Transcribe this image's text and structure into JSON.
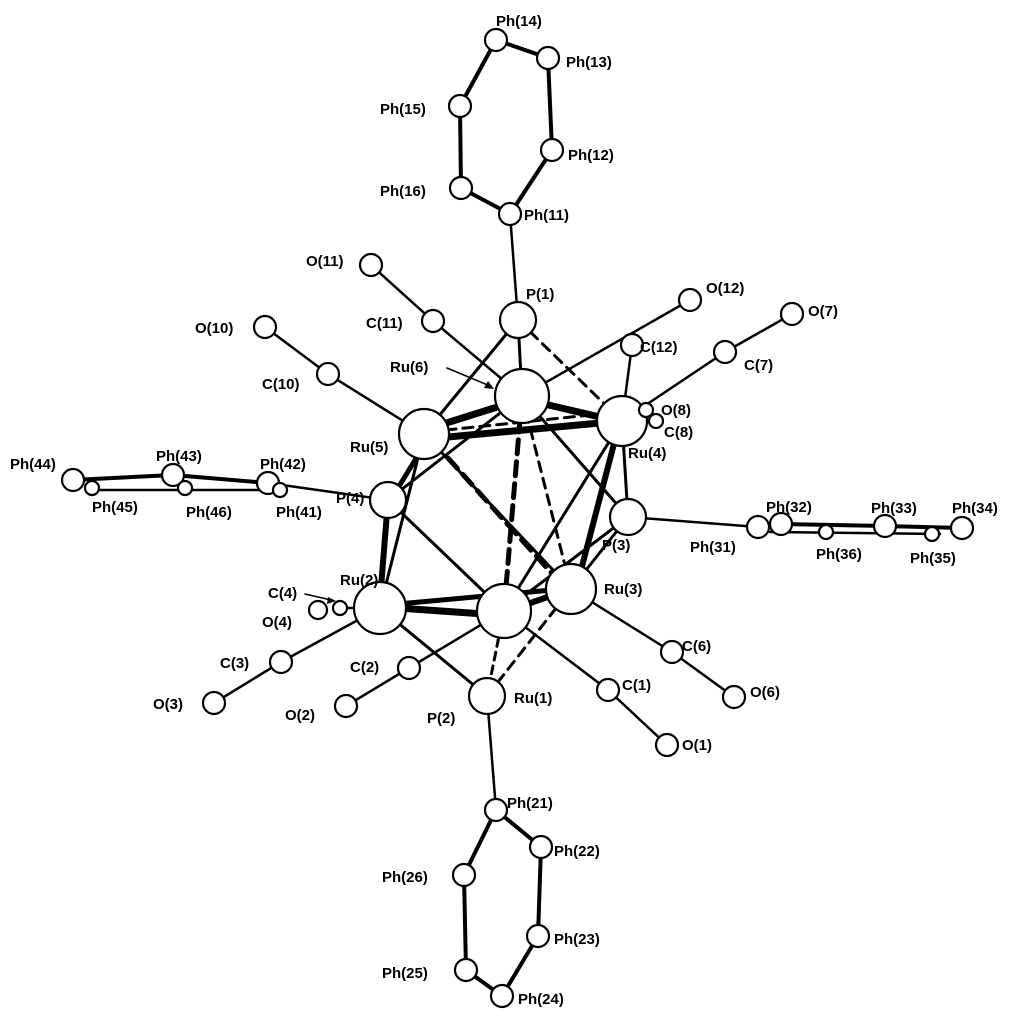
{
  "figure": {
    "background": "#ffffff",
    "ink": "#000000",
    "atoms": {
      "Ph14": "Ph(14)",
      "Ph13": "Ph(13)",
      "Ph15": "Ph(15)",
      "Ph12": "Ph(12)",
      "Ph16": "Ph(16)",
      "Ph11": "Ph(11)",
      "O11": "O(11)",
      "P1": "P(1)",
      "O12": "O(12)",
      "O7": "O(7)",
      "O10": "O(10)",
      "C11": "C(11)",
      "C12": "C(12)",
      "C7": "C(7)",
      "C10": "C(10)",
      "Ru6": "Ru(6)",
      "O8": "O(8)",
      "C8": "C(8)",
      "Ru5": "Ru(5)",
      "Ru4": "Ru(4)",
      "Ph44": "Ph(44)",
      "Ph43": "Ph(43)",
      "Ph42": "Ph(42)",
      "Ph45": "Ph(45)",
      "Ph46": "Ph(46)",
      "Ph41": "Ph(41)",
      "P4": "P(4)",
      "P3": "P(3)",
      "Ph31": "Ph(31)",
      "Ph32": "Ph(32)",
      "Ph33": "Ph(33)",
      "Ph34": "Ph(34)",
      "Ph36": "Ph(36)",
      "Ph35": "Ph(35)",
      "Ru2": "Ru(2)",
      "C4": "C(4)",
      "O4": "O(4)",
      "Ru3": "Ru(3)",
      "C3": "C(3)",
      "C2": "C(2)",
      "C6": "C(6)",
      "C1": "C(1)",
      "O3": "O(3)",
      "O2": "O(2)",
      "P2": "P(2)",
      "Ru1": "Ru(1)",
      "O6": "O(6)",
      "O1": "O(1)",
      "Ph21": "Ph(21)",
      "Ph22": "Ph(22)",
      "Ph26": "Ph(26)",
      "Ph23": "Ph(23)",
      "Ph25": "Ph(25)",
      "Ph24": "Ph(24)"
    }
  }
}
